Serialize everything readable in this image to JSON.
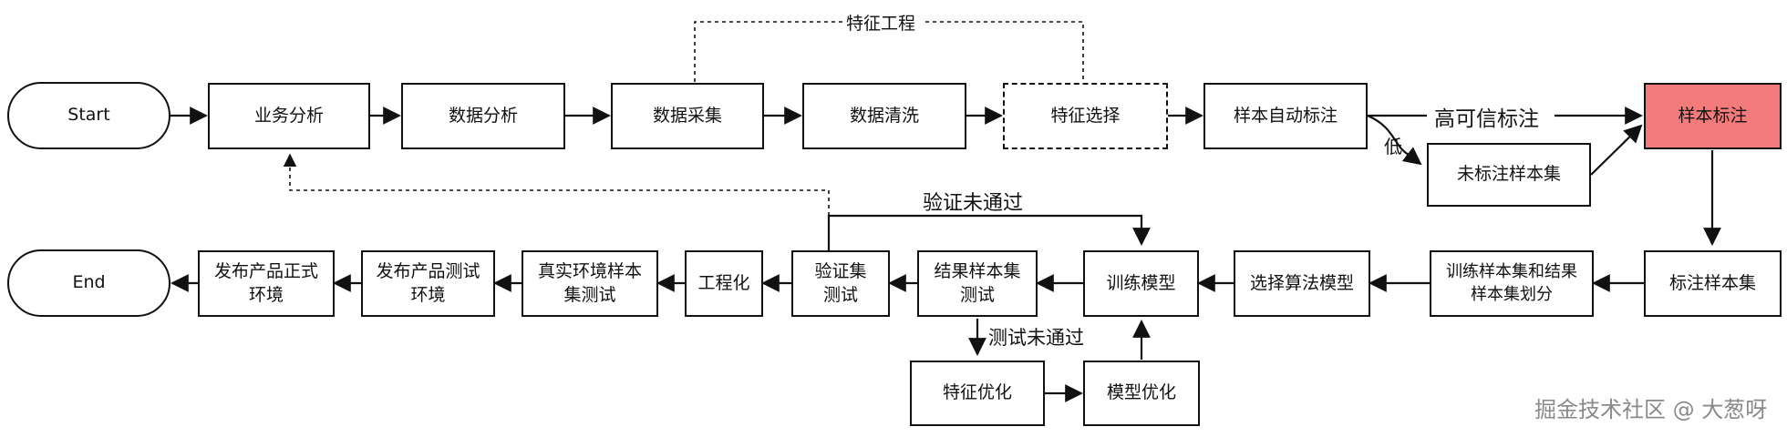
{
  "nodes": {
    "start": "Start",
    "biz_analysis": "业务分析",
    "data_analysis": "数据分析",
    "data_collect": "数据采集",
    "data_clean": "数据清洗",
    "feature_select": "特征选择",
    "auto_label": "样本自动标注",
    "manual_label": "样本标注",
    "unlabeled_set": "未标注样本集",
    "labeled_set": "标注样本集",
    "split_sets": "训练样本集和结果\n样本集划分",
    "choose_algo": "选择算法模型",
    "train_model": "训练模型",
    "result_test": "结果样本集\n测试",
    "validation_test": "验证集\n测试",
    "engineering": "工程化",
    "real_env_test": "真实环境样本\n集测试",
    "release_test_env": "发布产品测试\n环境",
    "release_prod_env": "发布产品正式\n环境",
    "end": "End",
    "feature_opt": "特征优化",
    "model_opt": "模型优化"
  },
  "labels": {
    "feature_engineering": "特征工程",
    "high_confidence": "高可信标注",
    "low": "低",
    "validation_failed": "验证未通过",
    "test_failed": "测试未通过",
    "watermark": "掘金技术社区 @ 大葱呀"
  }
}
